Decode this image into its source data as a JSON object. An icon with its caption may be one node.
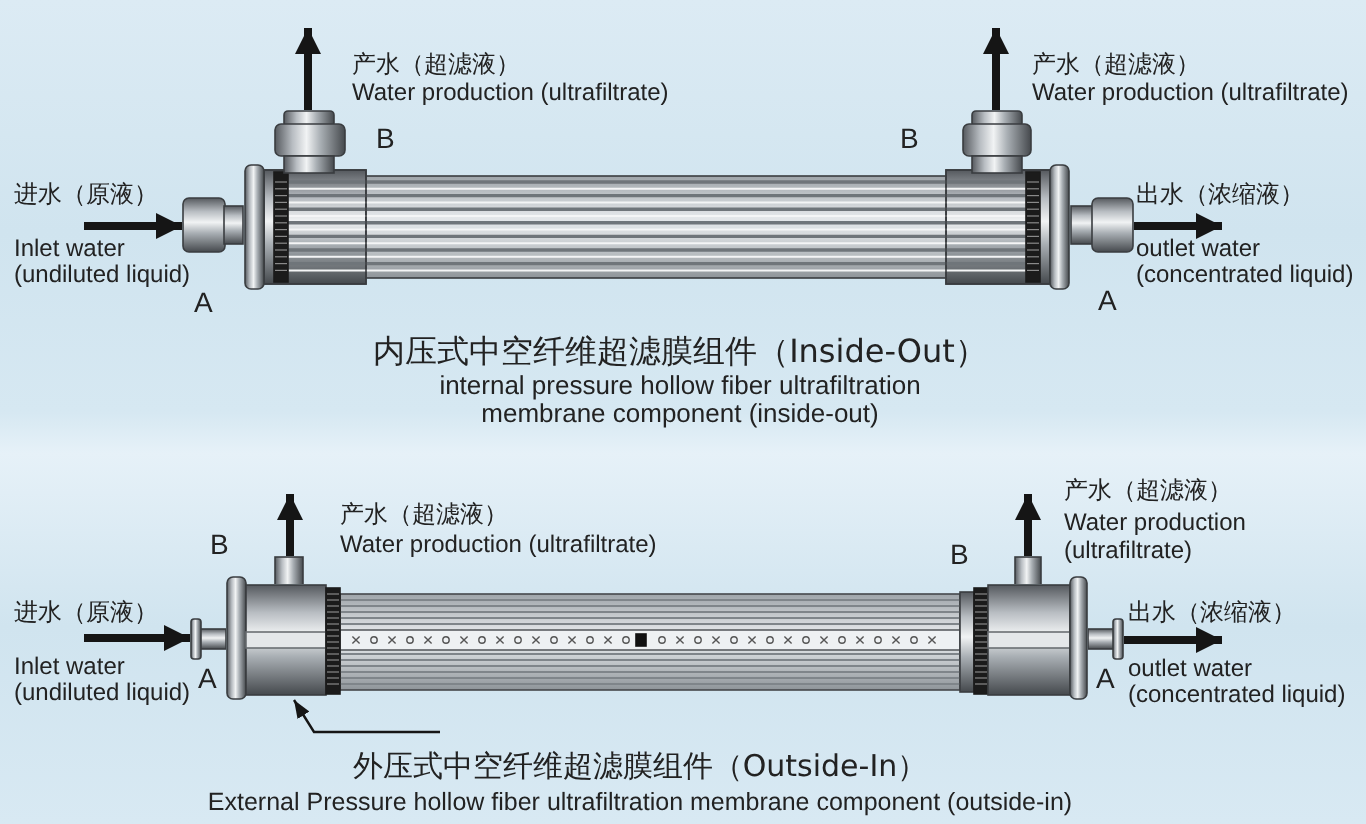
{
  "diagram": {
    "nodes": [
      {
        "text": [],
        "shape": "picture",
        "beside": [
          "内压式中空纤维超滤膜组件（Inside-Out）",
          "internal pressure hollow fiber ultrafiltration membrane component (inside-out)"
        ]
      },
      {
        "text": [
          "进水（原液）",
          "Inlet water (undiluted liquid)"
        ]
      },
      {
        "text": [],
        "shape": "cylinder"
      },
      {
        "text": [],
        "shape": "cylinder"
      },
      {
        "text": [],
        "shape": "cylinder"
      },
      {
        "text": [],
        "shape": "cylinder"
      },
      {
        "text": [
          "出水（浓缩液）",
          "outlet water (concentrated liquid)"
        ]
      },
      {
        "text": [],
        "shape": "picture"
      },
      {
        "text": [
          "进水（原液）",
          "Inlet water (undiluted liquid)"
        ]
      },
      {
        "text": [],
        "shape": "cylinder"
      },
      {
        "text": [],
        "shape": "cylinder"
      },
      {
        "text": [],
        "shape": "cylinder"
      },
      {
        "text": [],
        "shape": "cylinder"
      },
      {
        "text": [
          "出水（浓缩液）",
          "outlet water (concentrated liquid)"
        ]
      },
      {
        "text": [
          "外压式中空纤维超滤膜组件（Outside-In）",
          "External Pressure hollow fiber ultrafiltration membrane component (outside-in)"
        ]
      }
    ],
    "edges": [
      {
        "from": 1,
        "to": 2,
        "arrow": "to"
      },
      {
        "from": 3,
        "to": null,
        "arrow": "to"
      },
      {
        "from": 4,
        "to": null,
        "arrow": "to"
      },
      {
        "from": 5,
        "to": 6,
        "arrow": "to"
      },
      {
        "from": 8,
        "to": 9,
        "arrow": "to"
      },
      {
        "from": 10,
        "to": null,
        "arrow": "to"
      },
      {
        "from": 11,
        "to": null,
        "arrow": "to"
      },
      {
        "from": 12,
        "to": 13,
        "arrow": "to"
      },
      {
        "from": 14,
        "to": 7,
        "arrow": "to"
      }
    ],
    "labels": [
      "产水（超滤液）",
      "Water production (ultrafiltrate)",
      "产水（超滤液）",
      "Water production (ultrafiltrate)",
      "B",
      "B",
      "A",
      "A",
      "产水（超滤液）",
      "Water production (ultrafiltrate)",
      "产水（超滤液）",
      "Water production (ultrafiltrate)",
      "B",
      "B",
      "A",
      "A"
    ]
  }
}
